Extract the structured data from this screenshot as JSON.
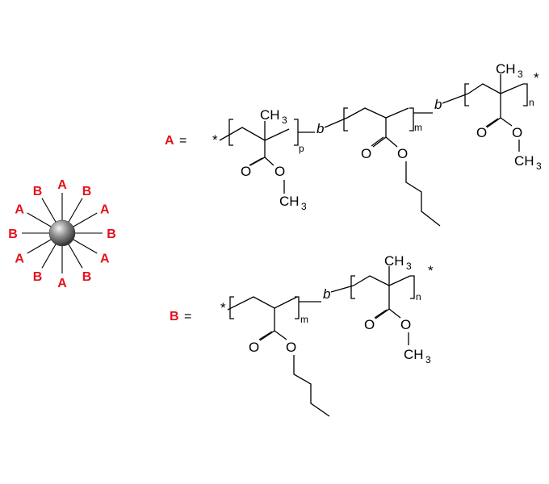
{
  "colors": {
    "label_red": "#e3121b",
    "bond": "#000000",
    "core_light": "#f2f2f2",
    "core_dark": "#202020"
  },
  "star": {
    "arm_labels": [
      "A",
      "B",
      "A",
      "B",
      "A",
      "B",
      "A",
      "B",
      "A",
      "B",
      "A",
      "B"
    ]
  },
  "block_a": {
    "label": "A",
    "equals": "=",
    "star_end_left": "*",
    "star_end_right": "*",
    "link1": "b",
    "link2": "b",
    "seg1": {
      "ch3": "CH",
      "ch3_sub": "3",
      "index": "p",
      "carbonyl_o": "O",
      "ester_o": "O",
      "methyl": "CH",
      "methyl_sub": "3"
    },
    "seg2": {
      "index": "m",
      "carbonyl_o": "O",
      "ester_o": "O"
    },
    "seg3": {
      "ch3": "CH",
      "ch3_sub": "3",
      "index": "n",
      "carbonyl_o": "O",
      "ester_o": "O",
      "methyl": "CH",
      "methyl_sub": "3"
    }
  },
  "block_b": {
    "label": "B",
    "equals": "=",
    "star_end_left": "*",
    "star_end_right": "*",
    "link": "b",
    "seg1": {
      "index": "m",
      "carbonyl_o": "O",
      "ester_o": "O"
    },
    "seg2": {
      "ch3": "CH",
      "ch3_sub": "3",
      "index": "n",
      "carbonyl_o": "O",
      "ester_o": "O",
      "methyl": "CH",
      "methyl_sub": "3"
    }
  }
}
